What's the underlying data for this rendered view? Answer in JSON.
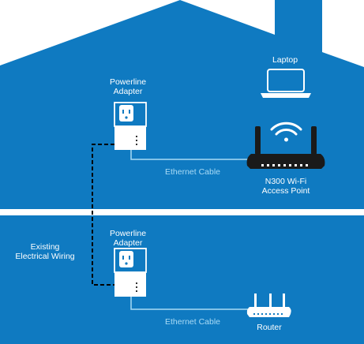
{
  "upper_floor": {
    "adapter_label_line1": "Powerline",
    "adapter_label_line2": "Adapter",
    "laptop_label": "Laptop",
    "cable_label": "Ethernet Cable",
    "access_point_label_line1": "N300 Wi-Fi",
    "access_point_label_line2": "Access Point"
  },
  "lower_floor": {
    "adapter_label_line1": "Powerline",
    "adapter_label_line2": "Adapter",
    "wiring_label_line1": "Existing",
    "wiring_label_line2": "Electrical Wiring",
    "cable_label": "Ethernet Cable",
    "router_label": "Router"
  },
  "colors": {
    "house_blue": "#0f7ac1",
    "white": "#ffffff",
    "cable_light_blue": "#a9dbf6",
    "device_black": "#1a1a1a",
    "wiring_dash": "#000000"
  }
}
